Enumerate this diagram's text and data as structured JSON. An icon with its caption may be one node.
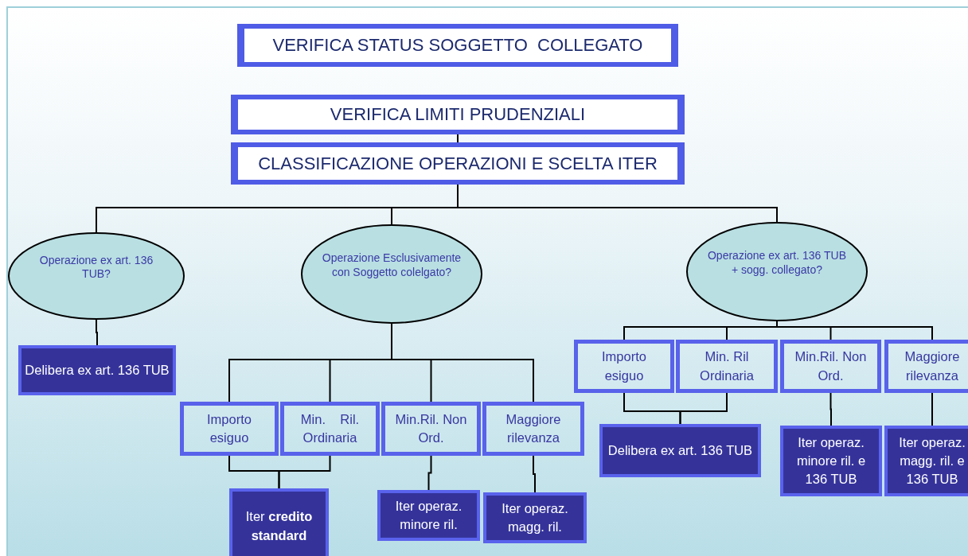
{
  "diagram": {
    "nodes": [
      {
        "text": [
          "VERIFICA STATUS SOGGETTO  COLLEGATO"
        ]
      },
      {
        "text": [
          "VERIFICA LIMITI PRUDENZIALI"
        ]
      },
      {
        "text": [
          "CLASSIFICAZIONE OPERAZIONI E SCELTA ITER"
        ]
      },
      {
        "text": [
          "Operazione ex art. 136 TUB?"
        ]
      },
      {
        "text": [
          "Operazione Esclusivamente con Soggetto colelgato?"
        ]
      },
      {
        "text": [
          "Operazione ex art. 136 TUB + sogg. collegato?"
        ]
      },
      {
        "text": [
          "Delibera ex art. 136 TUB"
        ]
      },
      {
        "text": [
          "Importo esiguo"
        ]
      },
      {
        "text": [
          "Min.    Ril. Ordinaria"
        ]
      },
      {
        "text": [
          "Min.Ril. Non Ord."
        ]
      },
      {
        "text": [
          "Maggiore rilevanza"
        ]
      },
      {
        "text": [
          "Iter **credito standard**"
        ]
      },
      {
        "text": [
          "Iter operaz. minore ril."
        ]
      },
      {
        "text": [
          "Iter operaz. magg. ril."
        ]
      },
      {
        "text": [
          "Importo esiguo"
        ]
      },
      {
        "text": [
          "Min. Ril Ordinaria"
        ]
      },
      {
        "text": [
          "Min.Ril. Non Ord."
        ]
      },
      {
        "text": [
          "Maggiore rilevanza"
        ]
      },
      {
        "text": [
          "Delibera ex art. 136 TUB"
        ]
      },
      {
        "text": [
          "Iter operaz. minore ril. e 136 TUB"
        ]
      },
      {
        "text": [
          "Iter operaz. magg. ril. e 136 TUB"
        ]
      }
    ],
    "edges": [
      {
        "from": 1,
        "to": 2,
        "arrow": "none"
      },
      {
        "from": 2,
        "to": 3,
        "arrow": "none"
      },
      {
        "from": 2,
        "to": 4,
        "arrow": "none"
      },
      {
        "from": 2,
        "to": 5,
        "arrow": "none"
      },
      {
        "from": 3,
        "to": 6,
        "arrow": "none"
      },
      {
        "from": 4,
        "to": 7,
        "arrow": "none"
      },
      {
        "from": 4,
        "to": 8,
        "arrow": "none"
      },
      {
        "from": 4,
        "to": 9,
        "arrow": "none"
      },
      {
        "from": 4,
        "to": 10,
        "arrow": "none"
      },
      {
        "from": 7,
        "to": 11,
        "arrow": "none"
      },
      {
        "from": 8,
        "to": 11,
        "arrow": "none"
      },
      {
        "from": 9,
        "to": 12,
        "arrow": "none"
      },
      {
        "from": 10,
        "to": 13,
        "arrow": "none"
      },
      {
        "from": 5,
        "to": 14,
        "arrow": "none"
      },
      {
        "from": 5,
        "to": 15,
        "arrow": "none"
      },
      {
        "from": 5,
        "to": 16,
        "arrow": "none"
      },
      {
        "from": 5,
        "to": 17,
        "arrow": "none"
      },
      {
        "from": 14,
        "to": 18,
        "arrow": "none"
      },
      {
        "from": 15,
        "to": 18,
        "arrow": "none"
      },
      {
        "from": 16,
        "to": 19,
        "arrow": "none"
      },
      {
        "from": 17,
        "to": 20,
        "arrow": "none"
      }
    ]
  }
}
